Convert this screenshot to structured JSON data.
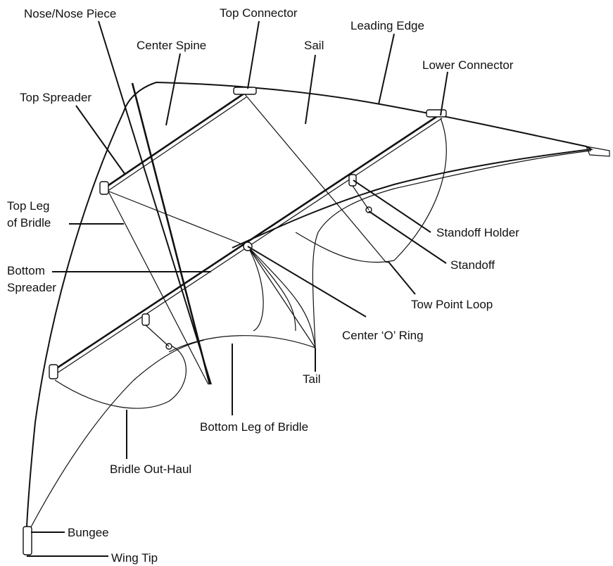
{
  "labels": {
    "nose": "Nose/Nose Piece",
    "top_connector": "Top Connector",
    "center_spine": "Center Spine",
    "sail": "Sail",
    "leading_edge": "Leading Edge",
    "lower_connector": "Lower Connector",
    "top_spreader": "Top Spreader",
    "top_leg_line1": "Top Leg",
    "top_leg_line2": "of Bridle",
    "bottom_spreader_line1": "Bottom",
    "bottom_spreader_line2": "Spreader",
    "standoff_holder": "Standoff Holder",
    "standoff": "Standoff",
    "tow_point_loop": "Tow Point Loop",
    "center_o_ring": "Center ‘O’ Ring",
    "tail": "Tail",
    "bottom_leg": "Bottom Leg of Bridle",
    "bridle_out_haul": "Bridle Out-Haul",
    "bungee": "Bungee",
    "wing_tip": "Wing Tip"
  }
}
